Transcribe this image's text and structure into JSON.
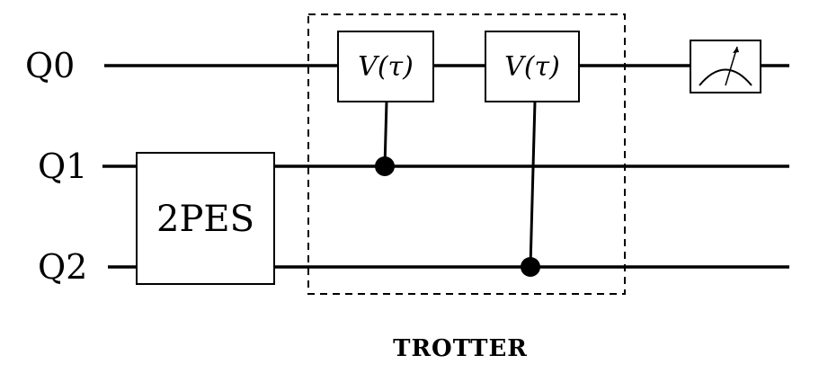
{
  "qubits": [
    {
      "label": "Q0"
    },
    {
      "label": "Q1"
    },
    {
      "label": "Q2"
    }
  ],
  "state_prep": {
    "label": "2PES"
  },
  "gates": [
    {
      "label": "V(τ)",
      "target": "Q0",
      "control": "Q1"
    },
    {
      "label": "V(τ)",
      "target": "Q0",
      "control": "Q2"
    }
  ],
  "trotter_block": {
    "label": "TROTTER"
  },
  "measurement": {
    "target": "Q0",
    "icon": "meter-icon"
  }
}
